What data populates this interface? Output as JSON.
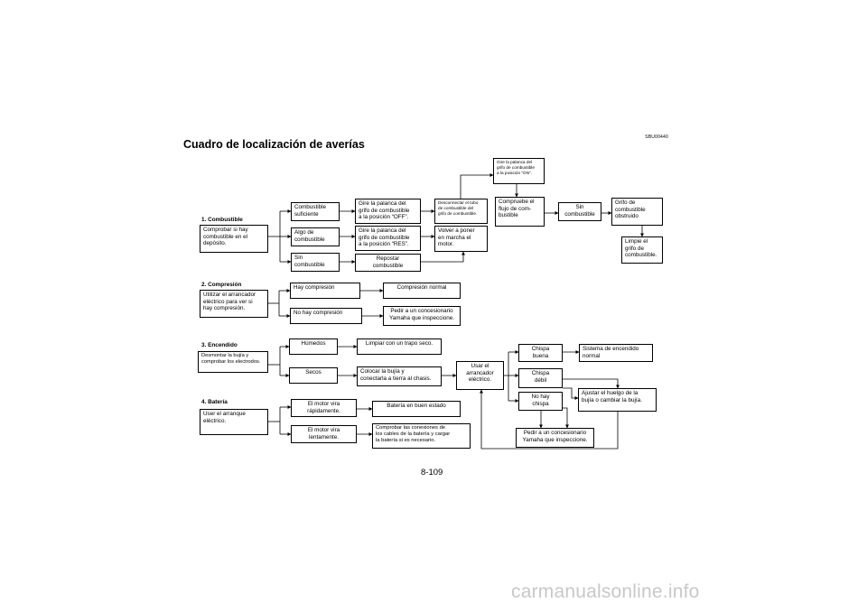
{
  "doc_code": "SBU00440",
  "title": "Cuadro de localización de averías",
  "page_number": "8-109",
  "watermark": "carmanualsonline.info",
  "sections": {
    "fuel": {
      "heading": "1. Combustible",
      "start": "Comprobar si hay\ncombustible en el\ndepósito.",
      "sufficient": "Combustible\nsuficiente",
      "some": "Algo de\ncombustible",
      "none": "Sin\ncombustible",
      "lever_off": "Gire la palanca del\ngrifo de combustible\na la posición “OFF”.",
      "lever_res": "Gire la palanca del\ngrifo de combustible\na la posición “RES”.",
      "refuel": "Repostar\ncombustible",
      "disconnect": "Desconnectar el tubo\nde combustible del\ngrifo de combustible.",
      "restart": "Volver a poner\nen marcha el\nmotor.",
      "lever_on": "Gire la palanca del\ngrifo de combustible\na la posición “ON”.",
      "check_flow": "Compruebe el\nflujo de com-\nbustible",
      "no_fuel": "Sin\ncombustible",
      "clogged": "Grifo de\ncombustible\nobstruido",
      "clean": "Limpie el\ngrifo de\ncombustible."
    },
    "compression": {
      "heading": "2. Compresión",
      "start": "Utilizar el arrancador\neléctrico para ver si\nhay compresión.",
      "yes": "Hay compresión",
      "normal": "Compresión normal",
      "no": "No hay compresión",
      "dealer": "Pedir a un concesionario\nYamaha que inspeccione."
    },
    "ignition": {
      "heading": "3. Encendido",
      "start": "Desmontar la bujía y\ncomprobar los electrodos.",
      "wet": "Húmedos",
      "wipe": "Limpiar con un trapo seco.",
      "dry": "Secos",
      "ground": "Colocar la bujía y\nconectarla a tierra al chasis.",
      "starter": "Usar el\narrancador\neléctrico.",
      "good_spark": "Chispa\nbuena",
      "normal_system": "Sistema de encendido\nnormal",
      "weak_spark": "Chispa\ndébil",
      "no_spark": "No hay\nchispa",
      "adjust": "Ajustar el huelgo de la\nbujía o cambiar la bujía.",
      "dealer": "Pedir a un concesionario\nYamaha que inspeccione."
    },
    "battery": {
      "heading": "4. Batería",
      "start": "User el arranque\neléctrico.",
      "fast": "El motor vira\nrápidamente.",
      "good": "Batería en buen estado",
      "slow": "El motor vira\nlentamente.",
      "check": "Comprobar las conexiones de\nlos cables de la batería y cargar\nla batería si es necesario."
    }
  }
}
